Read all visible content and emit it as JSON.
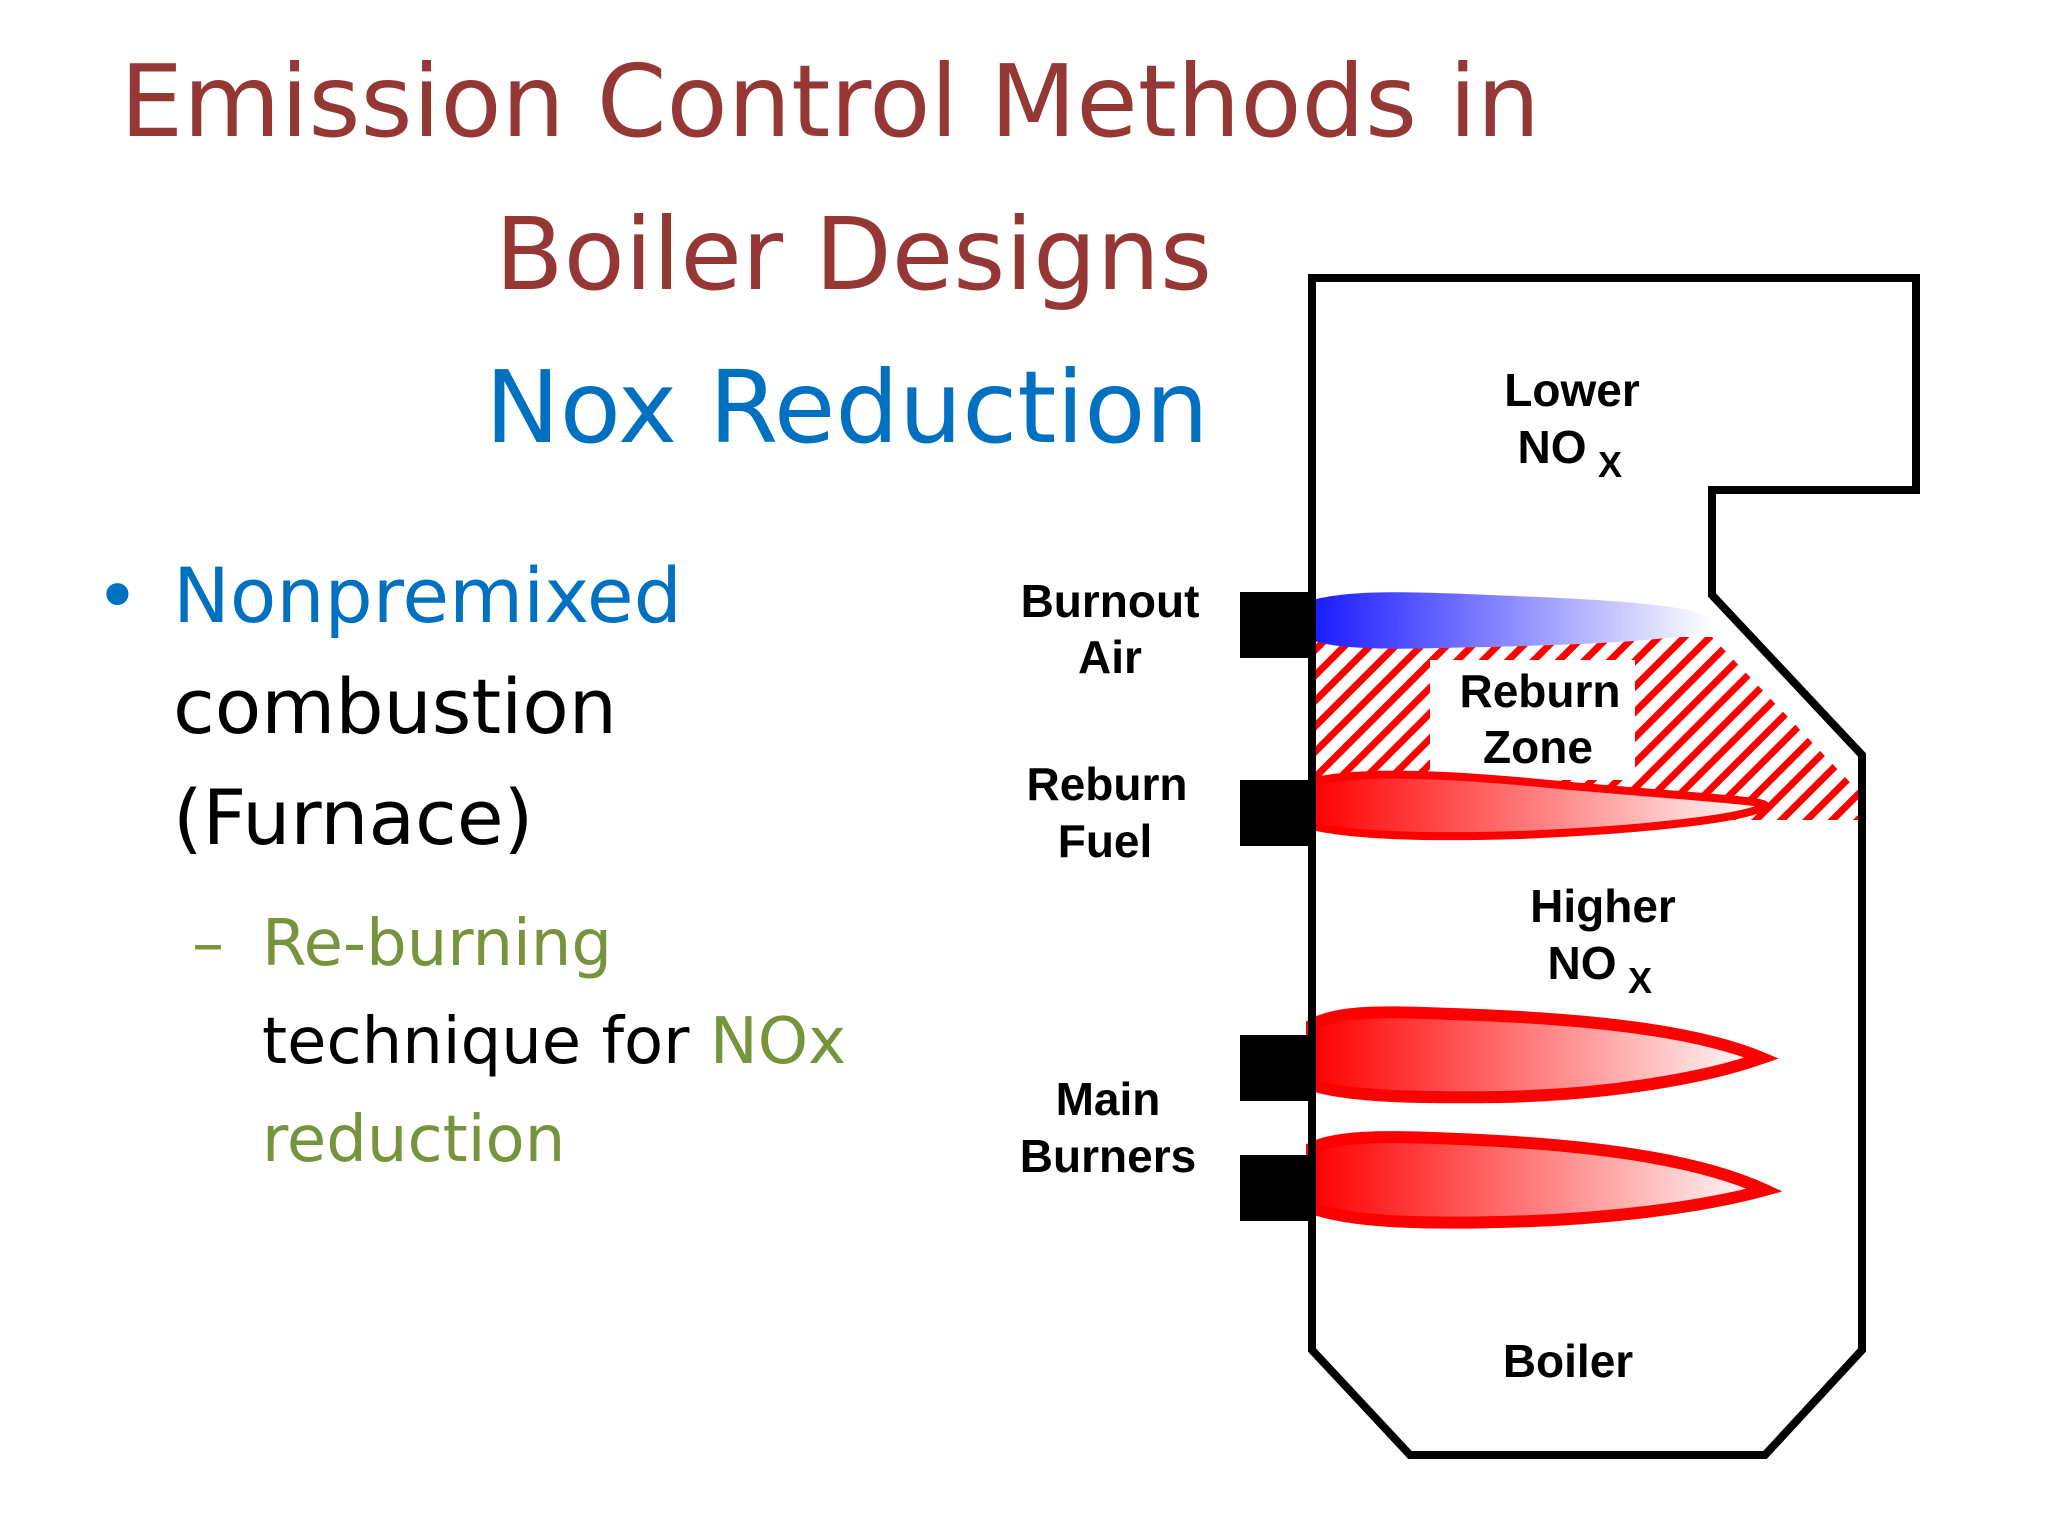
{
  "slide": {
    "title_line1": "Emission Control Methods in",
    "title_line2": "Boiler Designs",
    "subtitle": "Nox Reduction"
  },
  "bullets": {
    "item1": {
      "highlight": "Nonpremixed",
      "line2": "combustion",
      "line3": "(Furnace)"
    },
    "subitem1": {
      "highlight": "Re-burning",
      "line2_text": "technique for ",
      "line2_highlight": "NOx",
      "line3_highlight": "reduction"
    }
  },
  "diagram": {
    "labels": {
      "lower": "Lower",
      "lower_nox": "NO",
      "lower_sub": "X",
      "burnout_air_1": "Burnout",
      "burnout_air_2": "Air",
      "reburn_zone_1": "Reburn",
      "reburn_zone_2": "Zone",
      "reburn_fuel_1": "Reburn",
      "reburn_fuel_2": "Fuel",
      "higher": "Higher",
      "higher_nox": "NO",
      "higher_sub": "X",
      "main_burners_1": "Main",
      "main_burners_2": "Burners",
      "boiler": "Boiler"
    },
    "colors": {
      "burnout_flame": "#1a1aff",
      "fuel_flame": "#ff0000",
      "hatch": "#ff0000",
      "outline": "#000000"
    }
  }
}
